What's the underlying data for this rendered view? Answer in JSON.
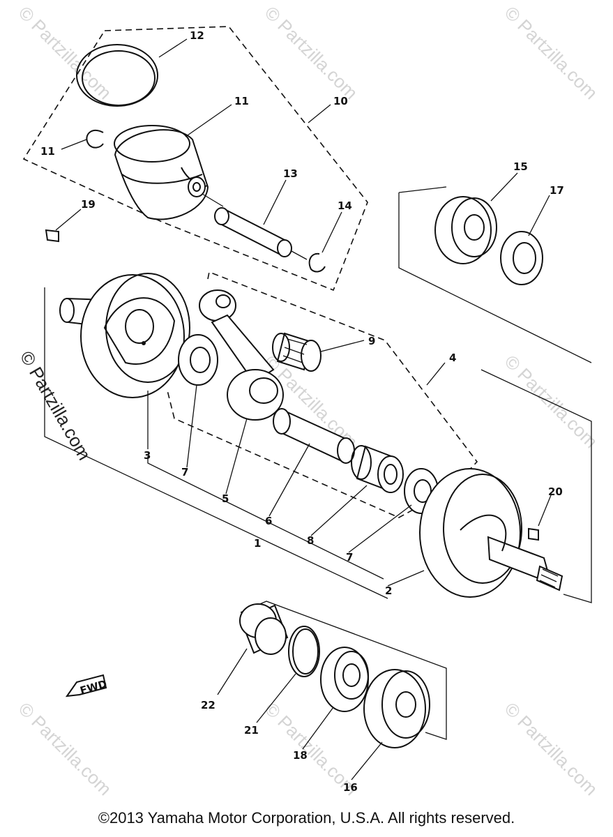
{
  "watermark": "© Partzilla.com",
  "copyright": "©2013 Yamaha Motor Corporation, U.S.A. All rights reserved.",
  "fwd_label": "FWD",
  "callouts": {
    "n1": "1",
    "n2": "2",
    "n3": "3",
    "n4": "4",
    "n5": "5",
    "n6": "6",
    "n7a": "7",
    "n7b": "7",
    "n8": "8",
    "n9": "9",
    "n10": "10",
    "n11a": "11",
    "n11b": "11",
    "n12": "12",
    "n13": "13",
    "n14": "14",
    "n15": "15",
    "n16": "16",
    "n17": "17",
    "n18": "18",
    "n19": "19",
    "n20": "20",
    "n21": "21",
    "n22": "22"
  }
}
